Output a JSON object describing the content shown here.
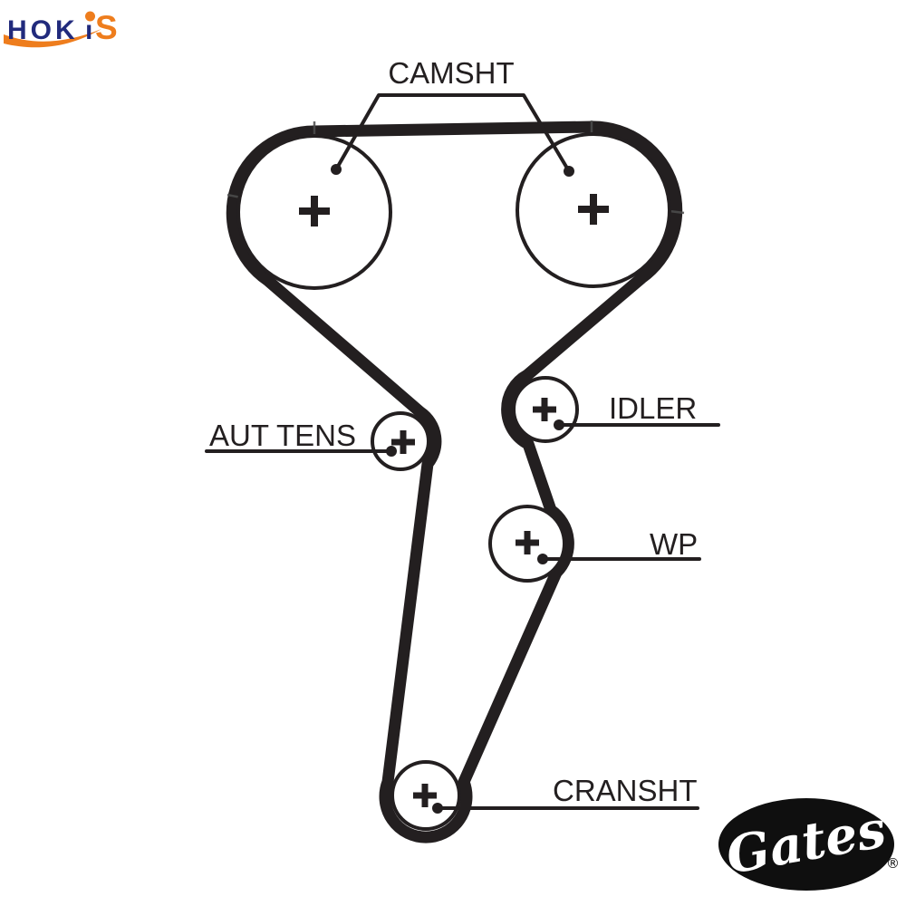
{
  "branding": {
    "hokis": {
      "part_hok": "HOK",
      "part_i": "ı",
      "part_s": "S"
    },
    "gates": {
      "wordmark": "Gates",
      "registered_mark": "®"
    }
  },
  "diagram": {
    "labels": {
      "camshaft": "CAMSHT",
      "auto_tensioner": "AUT TENS",
      "idler": "IDLER",
      "water_pump": "WP",
      "crankshaft": "CRANSHT"
    }
  },
  "colors": {
    "diagram_line": "#231f20",
    "hokis_navy": "#212a7c",
    "hokis_orange": "#ee7d1d",
    "gates_black": "#0f0f0f",
    "background": "#ffffff"
  }
}
